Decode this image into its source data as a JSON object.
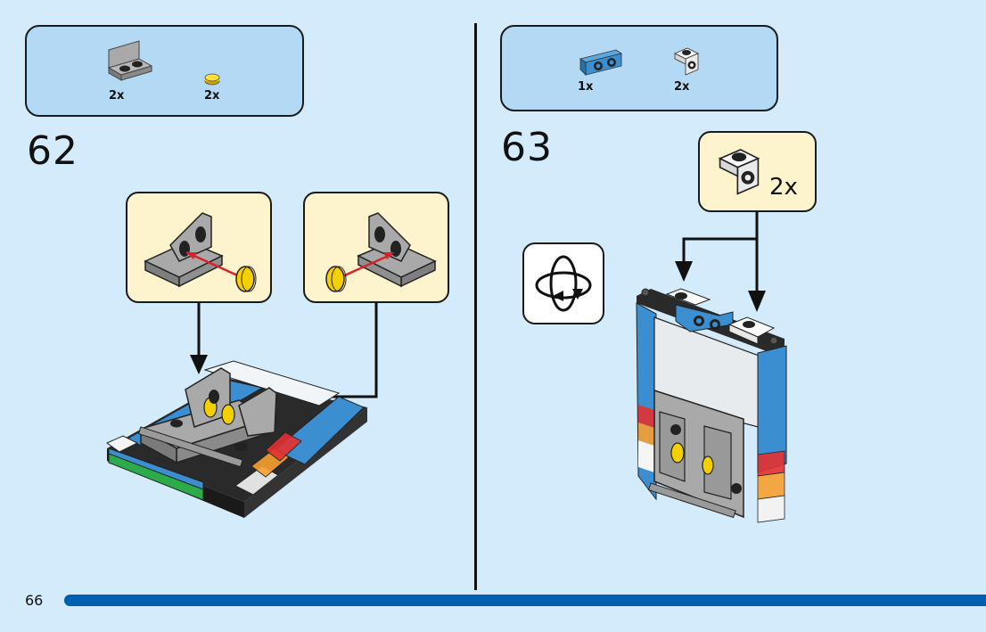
{
  "page": {
    "number": "66",
    "progress_percent": 100,
    "colors": {
      "background": "#d3ebfa",
      "parts_box": "#b4d9f4",
      "callout": "#fdf3cc",
      "progress_bar": "#0060b0",
      "brick_blue": "#3b8fd0",
      "brick_gray": "#a0a0a0",
      "brick_yellow": "#f5d000",
      "arrow_red": "#d8232a"
    }
  },
  "steps": [
    {
      "number": "62",
      "parts": [
        {
          "name": "light bluish gray bracket 1x2 - 2x2 inverted",
          "icon": "gray-bracket-icon",
          "quantity": "2x"
        },
        {
          "name": "yellow round tile 1x1",
          "icon": "yellow-round-tile-icon",
          "quantity": "2x"
        }
      ],
      "sub_assemblies": [
        {
          "icon": "gray-bracket-with-yellow-tile-left-icon"
        },
        {
          "icon": "gray-bracket-with-yellow-tile-right-icon"
        }
      ],
      "model_icon": "model-step-62-icon"
    },
    {
      "number": "63",
      "parts": [
        {
          "name": "blue bracket 1x2 - 1x2",
          "icon": "blue-bracket-icon",
          "quantity": "1x"
        },
        {
          "name": "white bracket 1x1 - 1x1",
          "icon": "white-bracket-icon",
          "quantity": "2x"
        }
      ],
      "callout": {
        "icon": "white-bracket-icon",
        "quantity": "2x"
      },
      "rotate_icon": "rotate-model-icon",
      "model_icon": "model-step-63-icon"
    }
  ]
}
